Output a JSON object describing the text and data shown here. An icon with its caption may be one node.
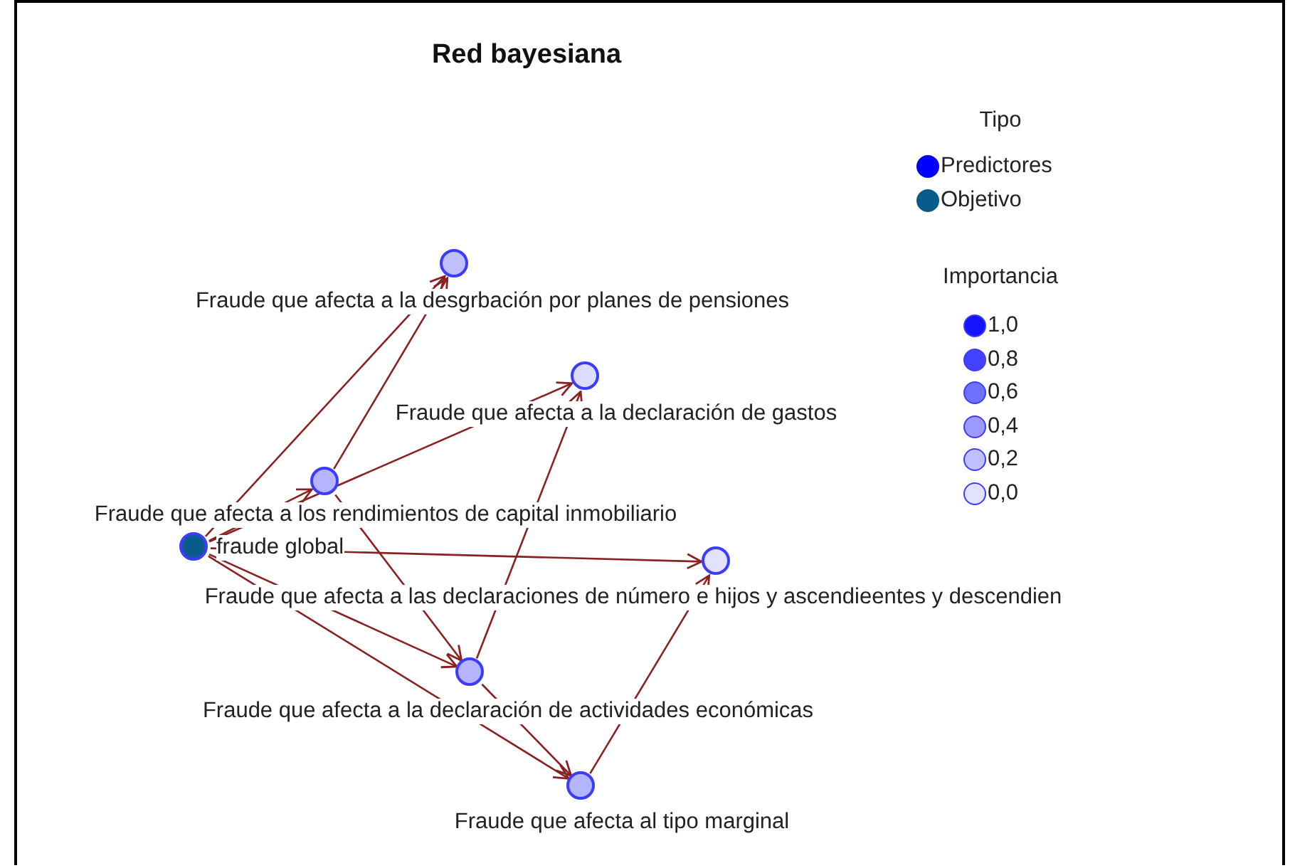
{
  "diagram": {
    "title": "Red bayesiana",
    "nodes": [
      {
        "text": [],
        "shape": "circle",
        "beside": [
          "fraude global"
        ]
      },
      {
        "text": [],
        "shape": "circle",
        "beside": [
          "Fraude que afecta a los rendimientos de capital inmobiliario"
        ]
      },
      {
        "text": [],
        "shape": "circle",
        "beside": [
          "Fraude que afecta a la desgrbación por planes de pensiones"
        ]
      },
      {
        "text": [],
        "shape": "circle",
        "beside": [
          "Fraude que afecta a la declaración de gastos"
        ]
      },
      {
        "text": [],
        "shape": "circle",
        "beside": [
          "Fraude que afecta a las declaraciones de número e hijos y ascendieentes y descendien"
        ]
      },
      {
        "text": [],
        "shape": "circle",
        "beside": [
          "Fraude que afecta a la declaración de actividades económicas"
        ]
      },
      {
        "text": [],
        "shape": "circle",
        "beside": [
          "Fraude que afecta al tipo marginal"
        ]
      }
    ],
    "edges": [
      {
        "from": 0,
        "to": 1,
        "arrow": "to"
      },
      {
        "from": 0,
        "to": 2,
        "arrow": "to"
      },
      {
        "from": 0,
        "to": 3,
        "arrow": "to"
      },
      {
        "from": 0,
        "to": 4,
        "arrow": "to"
      },
      {
        "from": 0,
        "to": 5,
        "arrow": "to"
      },
      {
        "from": 0,
        "to": 6,
        "arrow": "to"
      },
      {
        "from": 1,
        "to": 2,
        "arrow": "to"
      },
      {
        "from": 1,
        "to": 5,
        "arrow": "to"
      },
      {
        "from": 5,
        "to": 3,
        "arrow": "to"
      },
      {
        "from": 5,
        "to": 6,
        "arrow": "to"
      },
      {
        "from": 6,
        "to": 4,
        "arrow": "to"
      }
    ],
    "labels": [
      "Tipo",
      "Importancia"
    ],
    "legend": [
      {
        "text": "Predictores",
        "color": "#0000ff"
      },
      {
        "text": "Objetivo",
        "color": "#0b5a8c"
      },
      {
        "text": "1,0",
        "color": "#1414ff"
      },
      {
        "text": "0,8",
        "color": "#4242ff"
      },
      {
        "text": "0,6",
        "color": "#7070ff"
      },
      {
        "text": "0,4",
        "color": "#9a9aff"
      },
      {
        "text": "0,2",
        "color": "#c0c0ff"
      },
      {
        "text": "0,0",
        "color": "#e2e2ff"
      }
    ]
  }
}
